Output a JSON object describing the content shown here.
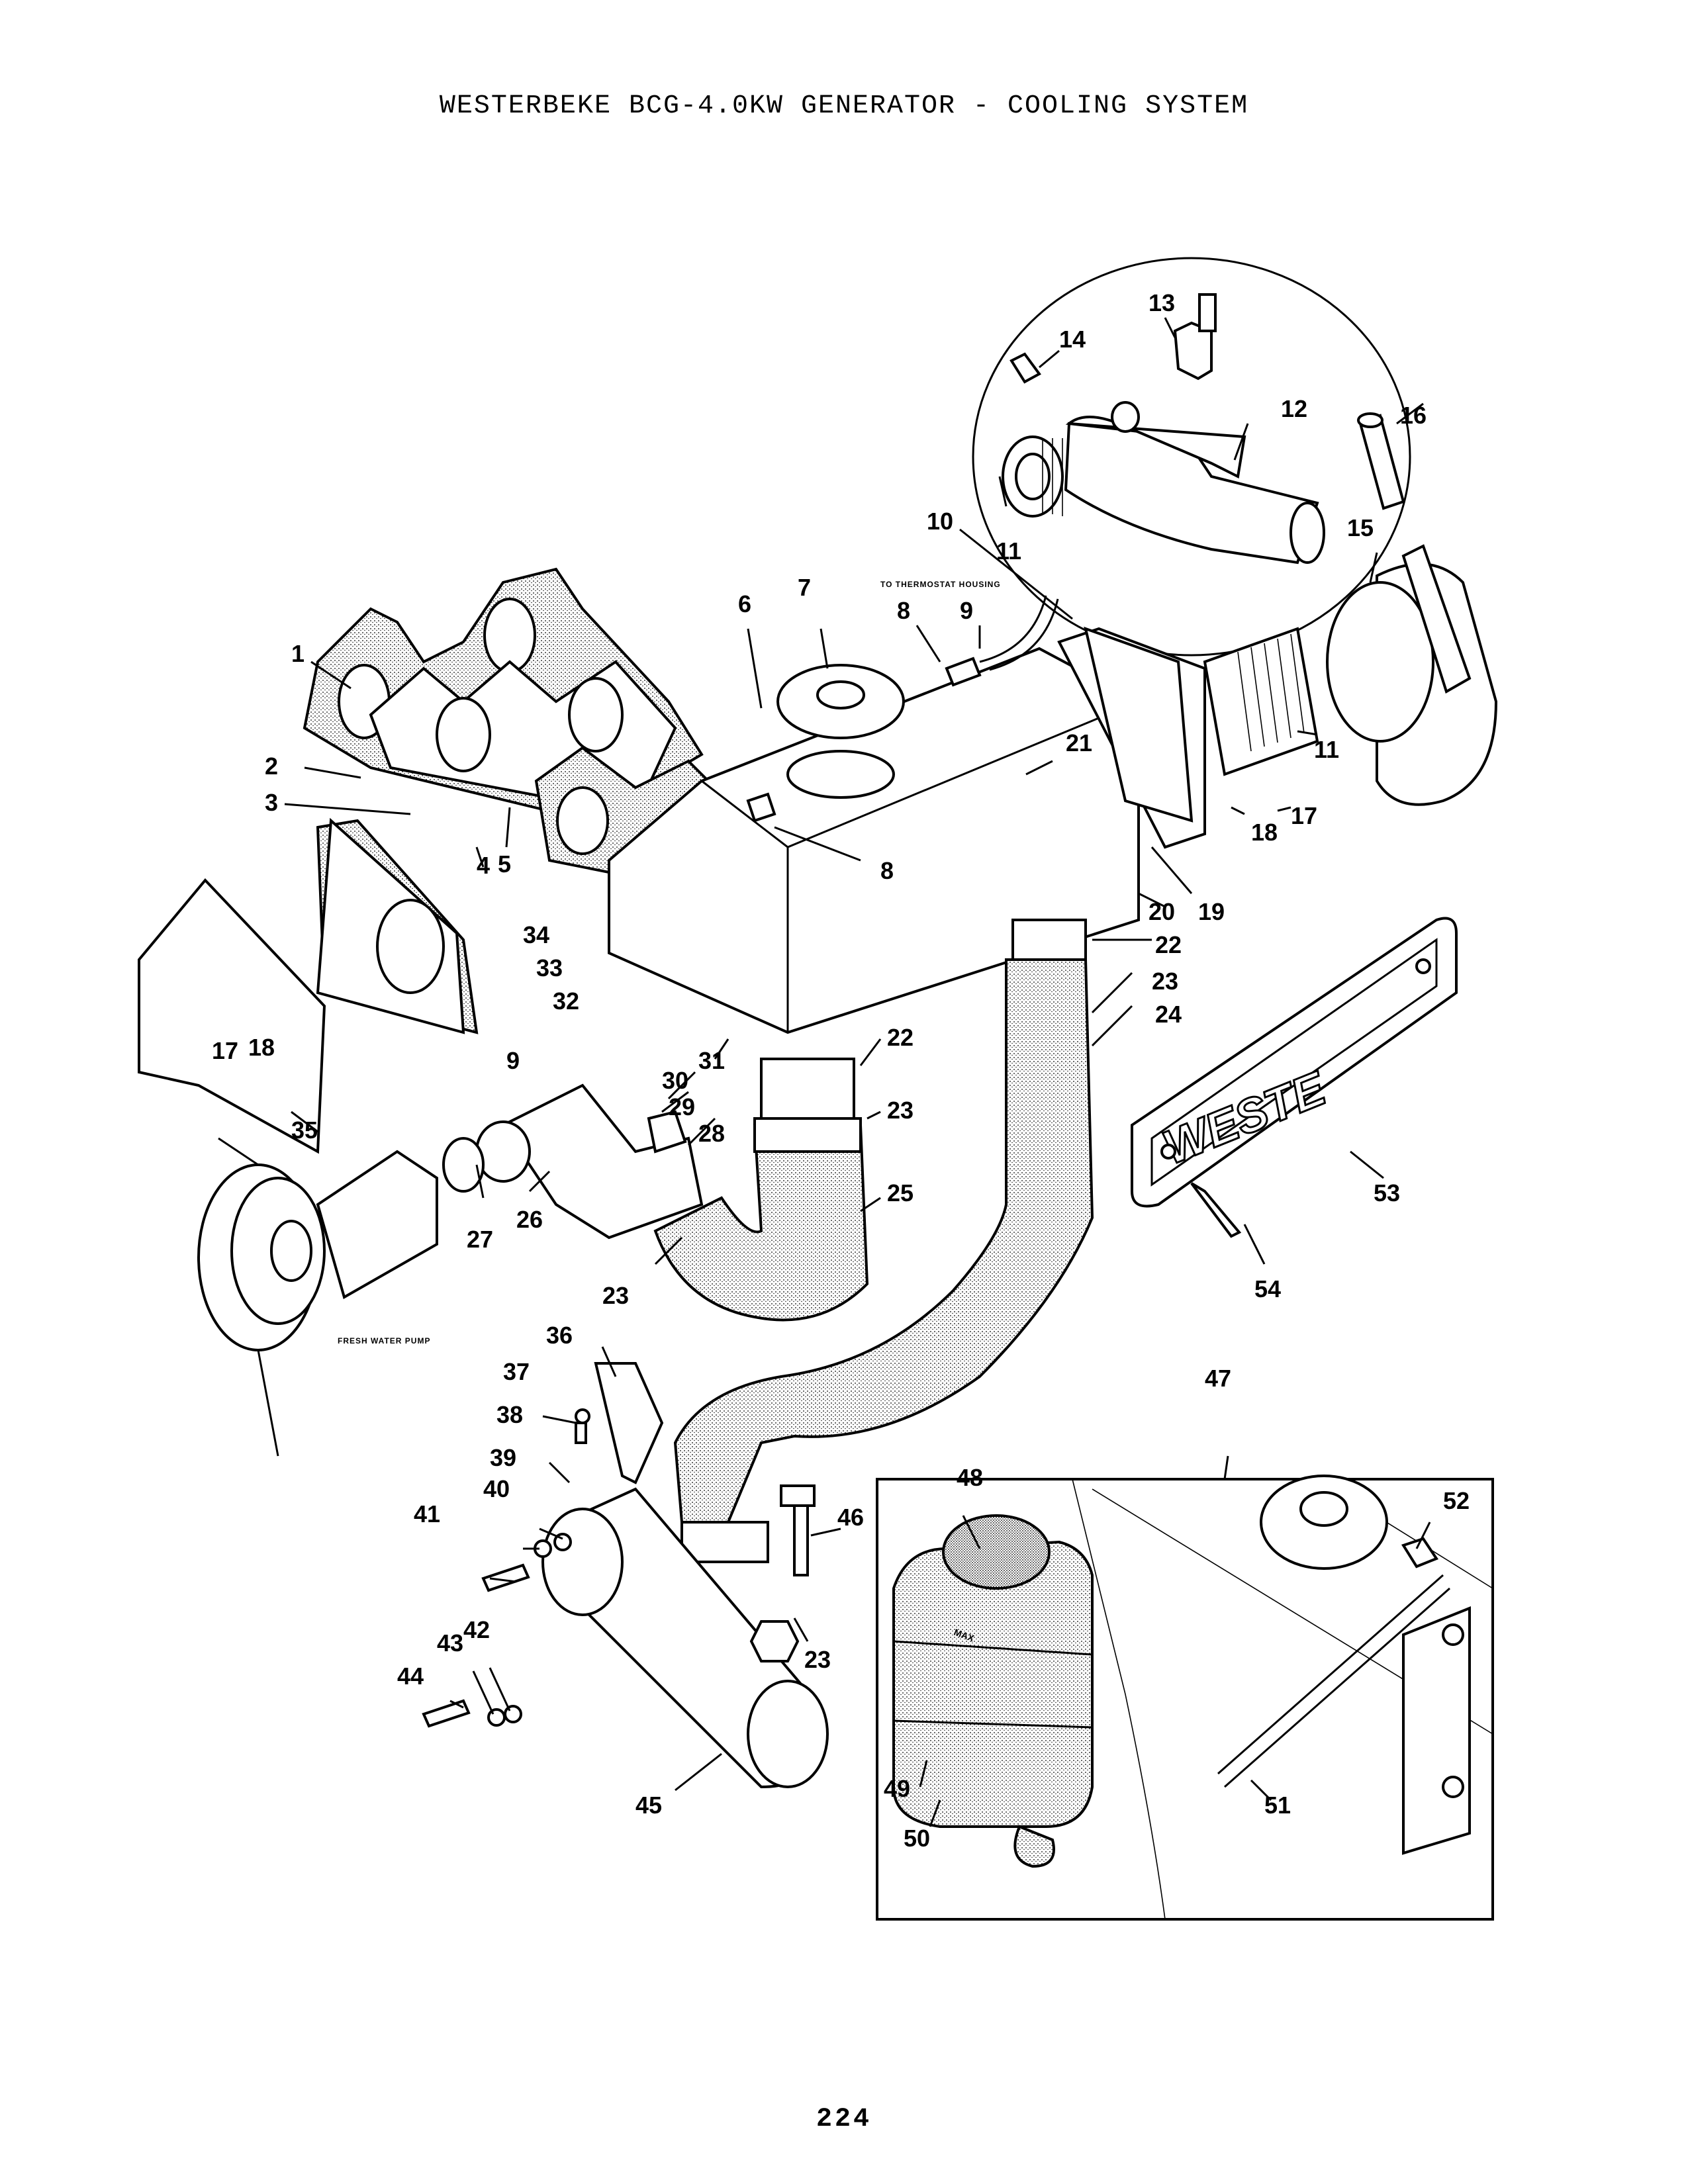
{
  "title": "WESTERBEKE BCG-4.0KW GENERATOR - COOLING SYSTEM",
  "page_number": "224",
  "annotations": {
    "thermostat_note": "TO THERMOSTAT HOUSING",
    "pump_note": "FRESH WATER PUMP",
    "tank_marking": "MAX",
    "nameplate_text": "WESTE"
  },
  "callouts": [
    {
      "id": "c1",
      "num": "1"
    },
    {
      "id": "c2",
      "num": "2"
    },
    {
      "id": "c3",
      "num": "3"
    },
    {
      "id": "c4",
      "num": "4"
    },
    {
      "id": "c5",
      "num": "5"
    },
    {
      "id": "c6",
      "num": "6"
    },
    {
      "id": "c7",
      "num": "7"
    },
    {
      "id": "c8a",
      "num": "8"
    },
    {
      "id": "c8b",
      "num": "8"
    },
    {
      "id": "c9a",
      "num": "9"
    },
    {
      "id": "c9b",
      "num": "9"
    },
    {
      "id": "c10",
      "num": "10"
    },
    {
      "id": "c11a",
      "num": "11"
    },
    {
      "id": "c11b",
      "num": "11"
    },
    {
      "id": "c12",
      "num": "12"
    },
    {
      "id": "c13",
      "num": "13"
    },
    {
      "id": "c14",
      "num": "14"
    },
    {
      "id": "c15",
      "num": "15"
    },
    {
      "id": "c16",
      "num": "16"
    },
    {
      "id": "c17a",
      "num": "17"
    },
    {
      "id": "c17b",
      "num": "17"
    },
    {
      "id": "c18a",
      "num": "18"
    },
    {
      "id": "c18b",
      "num": "18"
    },
    {
      "id": "c19",
      "num": "19"
    },
    {
      "id": "c20",
      "num": "20"
    },
    {
      "id": "c21",
      "num": "21"
    },
    {
      "id": "c22a",
      "num": "22"
    },
    {
      "id": "c22b",
      "num": "22"
    },
    {
      "id": "c23a",
      "num": "23"
    },
    {
      "id": "c23b",
      "num": "23"
    },
    {
      "id": "c23c",
      "num": "23"
    },
    {
      "id": "c23d",
      "num": "23"
    },
    {
      "id": "c24",
      "num": "24"
    },
    {
      "id": "c25",
      "num": "25"
    },
    {
      "id": "c26",
      "num": "26"
    },
    {
      "id": "c27",
      "num": "27"
    },
    {
      "id": "c28",
      "num": "28"
    },
    {
      "id": "c29",
      "num": "29"
    },
    {
      "id": "c30",
      "num": "30"
    },
    {
      "id": "c31",
      "num": "31"
    },
    {
      "id": "c32",
      "num": "32"
    },
    {
      "id": "c33",
      "num": "33"
    },
    {
      "id": "c34",
      "num": "34"
    },
    {
      "id": "c35",
      "num": "35"
    },
    {
      "id": "c36",
      "num": "36"
    },
    {
      "id": "c37",
      "num": "37"
    },
    {
      "id": "c38",
      "num": "38"
    },
    {
      "id": "c39",
      "num": "39"
    },
    {
      "id": "c40",
      "num": "40"
    },
    {
      "id": "c41",
      "num": "41"
    },
    {
      "id": "c42",
      "num": "42"
    },
    {
      "id": "c43",
      "num": "43"
    },
    {
      "id": "c44",
      "num": "44"
    },
    {
      "id": "c45",
      "num": "45"
    },
    {
      "id": "c46",
      "num": "46"
    },
    {
      "id": "c47",
      "num": "47"
    },
    {
      "id": "c48",
      "num": "48"
    },
    {
      "id": "c49",
      "num": "49"
    },
    {
      "id": "c50",
      "num": "50"
    },
    {
      "id": "c51",
      "num": "51"
    },
    {
      "id": "c52",
      "num": "52"
    },
    {
      "id": "c53",
      "num": "53"
    },
    {
      "id": "c54",
      "num": "54"
    }
  ]
}
